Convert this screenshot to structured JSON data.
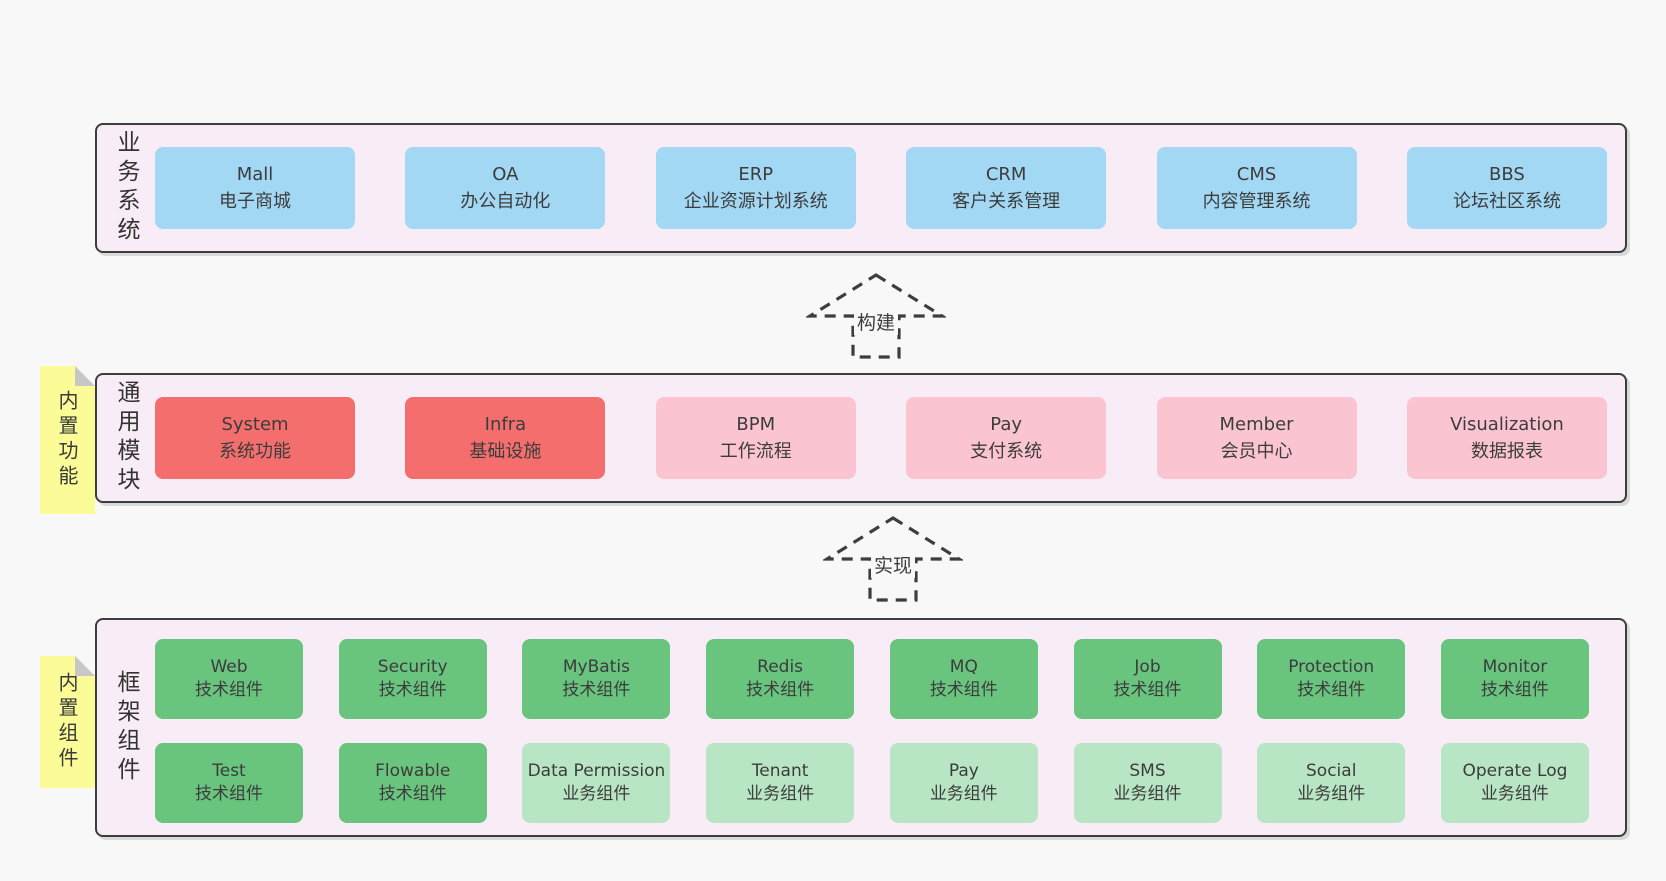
{
  "bands": {
    "business": {
      "label": "业务系统",
      "items": [
        {
          "en": "Mall",
          "zh": "电子商城",
          "tone": "blue"
        },
        {
          "en": "OA",
          "zh": "办公自动化",
          "tone": "blue"
        },
        {
          "en": "ERP",
          "zh": "企业资源计划系统",
          "tone": "blue"
        },
        {
          "en": "CRM",
          "zh": "客户关系管理",
          "tone": "blue"
        },
        {
          "en": "CMS",
          "zh": "内容管理系统",
          "tone": "blue"
        },
        {
          "en": "BBS",
          "zh": "论坛社区系统",
          "tone": "blue"
        }
      ]
    },
    "modules": {
      "label": "通用模块",
      "sticky": "内置功能",
      "items": [
        {
          "en": "System",
          "zh": "系统功能",
          "tone": "red"
        },
        {
          "en": "Infra",
          "zh": "基础设施",
          "tone": "red"
        },
        {
          "en": "BPM",
          "zh": "工作流程",
          "tone": "pink"
        },
        {
          "en": "Pay",
          "zh": "支付系统",
          "tone": "pink"
        },
        {
          "en": "Member",
          "zh": "会员中心",
          "tone": "pink"
        },
        {
          "en": "Visualization",
          "zh": "数据报表",
          "tone": "pink"
        }
      ]
    },
    "framework": {
      "label": "框架组件",
      "sticky": "内置组件",
      "row1": [
        {
          "en": "Web",
          "zh": "技术组件",
          "tone": "tech"
        },
        {
          "en": "Security",
          "zh": "技术组件",
          "tone": "tech"
        },
        {
          "en": "MyBatis",
          "zh": "技术组件",
          "tone": "tech"
        },
        {
          "en": "Redis",
          "zh": "技术组件",
          "tone": "tech"
        },
        {
          "en": "MQ",
          "zh": "技术组件",
          "tone": "tech"
        },
        {
          "en": "Job",
          "zh": "技术组件",
          "tone": "tech"
        },
        {
          "en": "Protection",
          "zh": "技术组件",
          "tone": "tech"
        },
        {
          "en": "Monitor",
          "zh": "技术组件",
          "tone": "tech"
        }
      ],
      "row2": [
        {
          "en": "Test",
          "zh": "技术组件",
          "tone": "tech"
        },
        {
          "en": "Flowable",
          "zh": "技术组件",
          "tone": "tech"
        },
        {
          "en": "Data Permission",
          "zh": "业务组件",
          "tone": "biz"
        },
        {
          "en": "Tenant",
          "zh": "业务组件",
          "tone": "biz"
        },
        {
          "en": "Pay",
          "zh": "业务组件",
          "tone": "biz"
        },
        {
          "en": "SMS",
          "zh": "业务组件",
          "tone": "biz"
        },
        {
          "en": "Social",
          "zh": "业务组件",
          "tone": "biz"
        },
        {
          "en": "Operate Log",
          "zh": "业务组件",
          "tone": "biz"
        }
      ]
    }
  },
  "arrows": {
    "build": "构建",
    "implement": "实现"
  },
  "colors": {
    "page_bg": "#f8f8f8",
    "band_bg": "#f8edf6",
    "band_border": "#3d3d3d",
    "blue": "#a3d8f4",
    "red": "#f56e6e",
    "pink": "#fac5d0",
    "green_tech": "#69c47e",
    "green_biz": "#b8e6c4",
    "sticky_yellow": "#fbfc97"
  }
}
